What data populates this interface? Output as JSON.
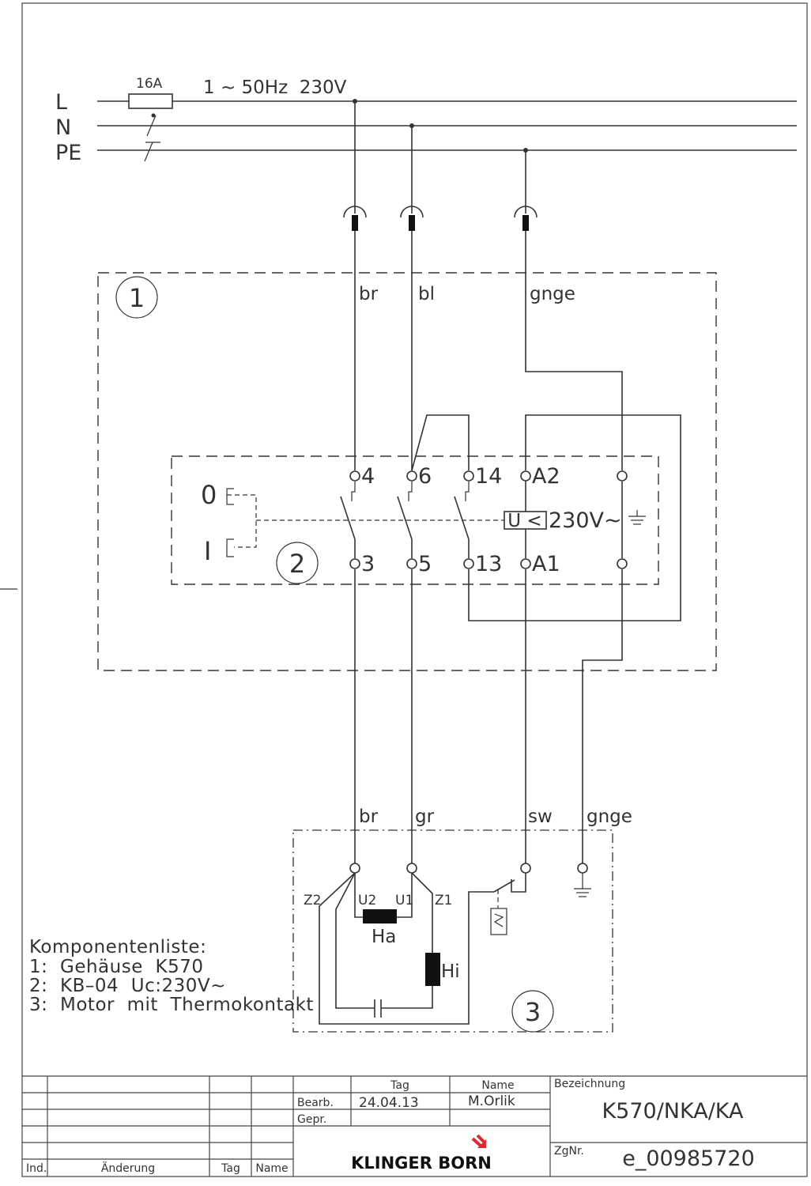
{
  "supply": {
    "lines": [
      "L",
      "N",
      "PE"
    ],
    "fuse_rating": "16A",
    "spec": "1 ~ 50Hz  230V"
  },
  "housing": {
    "number": "1",
    "wire_labels": [
      "br",
      "bl",
      "gnge"
    ]
  },
  "switch": {
    "number": "2",
    "positions": [
      "0",
      "I"
    ],
    "top_terminals": [
      "4",
      "6",
      "14",
      "A2"
    ],
    "bottom_terminals": [
      "3",
      "5",
      "13",
      "A1"
    ],
    "relay_label": "U <",
    "relay_voltage": "230V~"
  },
  "motor": {
    "number": "3",
    "wire_labels": [
      "br",
      "gr",
      "sw",
      "gnge"
    ],
    "winding_labels": [
      "Z2",
      "U2",
      "U1",
      "Z1"
    ],
    "main_winding": "Ha",
    "aux_winding": "Hi"
  },
  "component_list": {
    "heading": "Komponentenliste:",
    "items": [
      "1:  Gehäuse  K570",
      "2:  KB–04  Uc:230V~",
      "3:  Motor  mit  Thermokontakt"
    ]
  },
  "title_block": {
    "col_tag": "Tag",
    "col_name": "Name",
    "bearb_label": "Bearb.",
    "gepr_label": "Gepr.",
    "date": "24.04.13",
    "author": "M.Orlik",
    "bezeichnung_label": "Bezeichnung",
    "bezeichnung": "K570/NKA/KA",
    "zgnr_label": "ZgNr.",
    "zgnr": "e_00985720",
    "company": "KLINGER BORN",
    "rev_ind": "Ind.",
    "rev_change": "Änderung",
    "rev_tag": "Tag",
    "rev_name": "Name"
  }
}
